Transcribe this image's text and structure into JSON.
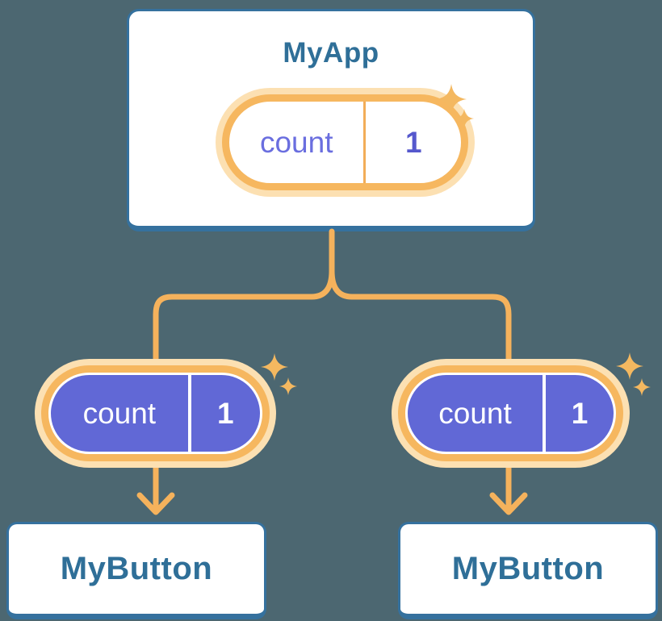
{
  "colors": {
    "background": "#4C6771",
    "card_fill": "#FFFFFF",
    "card_border": "#35719E",
    "card_title_text": "#2F6F98",
    "connector_line": "#F5B25C",
    "pill_ring": "#F6B75F",
    "pill_halo": "#FCE0B2",
    "state_label_text": "#6A6EDF",
    "state_value_text": "#5558CD",
    "prop_pill_fill": "#6168D6",
    "prop_pill_text": "#FFFFFF",
    "sparkle": "#F4B860"
  },
  "icons": {
    "sparkle": "sparkle-icon",
    "arrow": "arrow-down-icon"
  },
  "tree": {
    "root": {
      "title": "MyApp",
      "state_pill": {
        "label": "count",
        "value": "1"
      }
    },
    "children": [
      {
        "title": "MyButton",
        "prop_pill": {
          "label": "count",
          "value": "1"
        }
      },
      {
        "title": "MyButton",
        "prop_pill": {
          "label": "count",
          "value": "1"
        }
      }
    ]
  }
}
